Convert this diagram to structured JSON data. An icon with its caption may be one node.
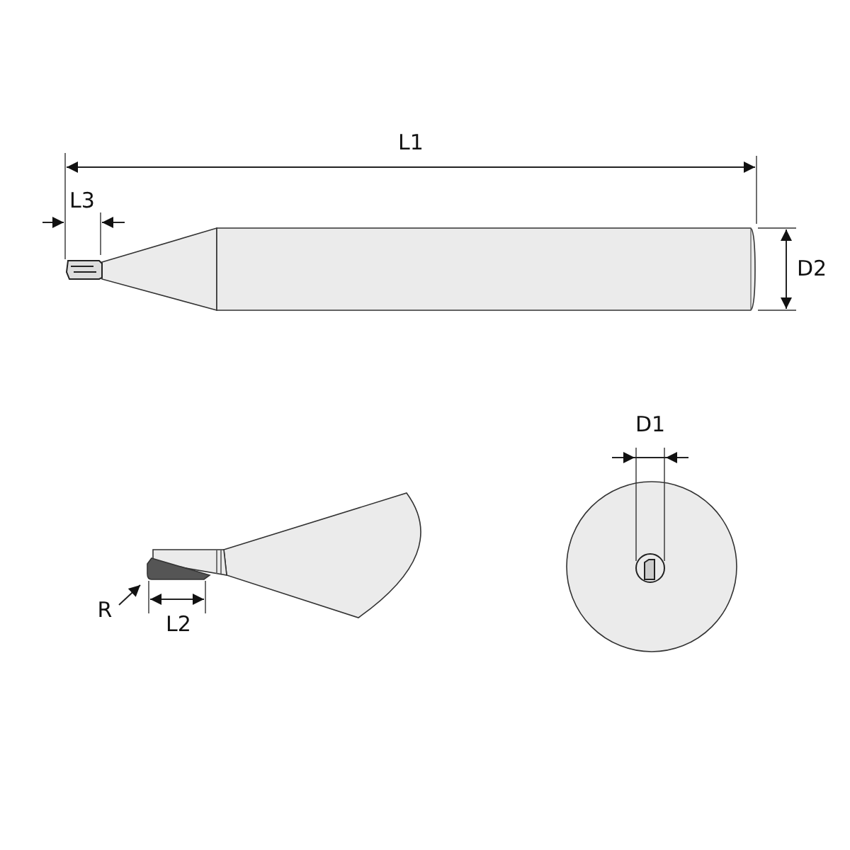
{
  "diagram": {
    "labels": [
      "L1",
      "L3",
      "D2",
      "D1",
      "R",
      "L2"
    ]
  }
}
